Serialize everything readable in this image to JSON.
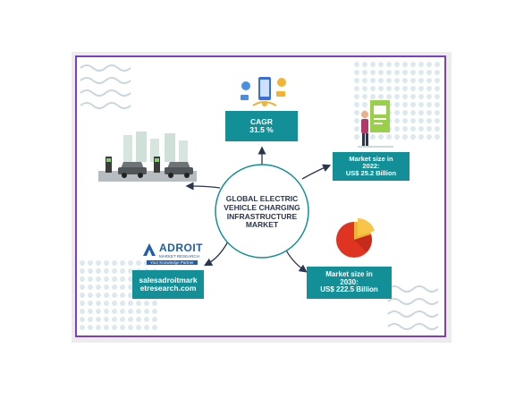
{
  "center": {
    "lines": [
      "GLOBAL ELECTRIC",
      "VEHICLE CHARGING",
      "INFRASTRUCTURE",
      "MARKET"
    ]
  },
  "cagr": {
    "label": "CAGR",
    "value": "31.5 %"
  },
  "size2022": {
    "lines": [
      "Market size in",
      "2022:",
      "US$ 25.2 Billion"
    ]
  },
  "size2030": {
    "lines": [
      "Market size in",
      "2030:",
      "US$ 222.5 Billion"
    ]
  },
  "website": {
    "lines": [
      "salesadroitmark",
      "etresearch.com"
    ]
  },
  "logo": {
    "name": "ADROIT",
    "sub": "MARKET RESEARCH",
    "tagline": "Your Knowledge Partner"
  },
  "colors": {
    "teal": "#138f98",
    "frame": "#7b3fc4",
    "title": "#2a3550",
    "dots": "#d7e6ee"
  }
}
